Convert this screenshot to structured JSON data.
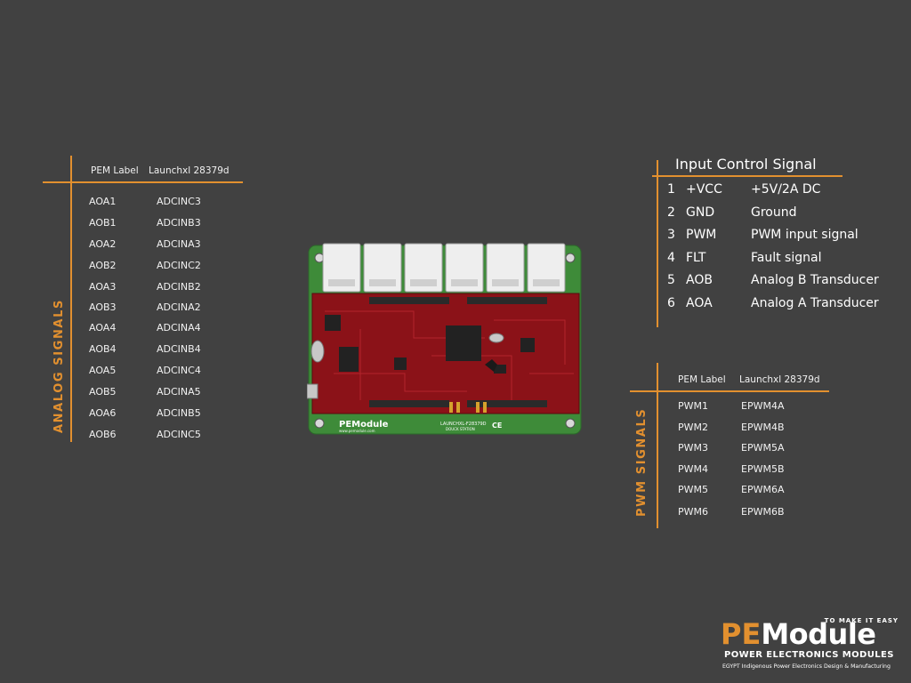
{
  "analog": {
    "title": "ANALOG SIGNALS",
    "col_pem": "PEM Label",
    "col_launch": "Launchxl 28379d",
    "rows": [
      {
        "pem": "AOA1",
        "launch": "ADCINC3"
      },
      {
        "pem": "AOB1",
        "launch": "ADCINB3"
      },
      {
        "pem": "AOA2",
        "launch": "ADCINA3"
      },
      {
        "pem": "AOB2",
        "launch": "ADCINC2"
      },
      {
        "pem": "AOA3",
        "launch": "ADCINB2"
      },
      {
        "pem": "AOB3",
        "launch": "ADCINA2"
      },
      {
        "pem": "AOA4",
        "launch": "ADCINA4"
      },
      {
        "pem": "AOB4",
        "launch": "ADCINB4"
      },
      {
        "pem": "AOA5",
        "launch": "ADCINC4"
      },
      {
        "pem": "AOB5",
        "launch": "ADCINA5"
      },
      {
        "pem": "AOA6",
        "launch": "ADCINB5"
      },
      {
        "pem": "AOB6",
        "launch": "ADCINC5"
      }
    ]
  },
  "input_control": {
    "title": "Input Control Signal",
    "rows": [
      {
        "num": "1",
        "sig": "+VCC",
        "desc": "+5V/2A  DC"
      },
      {
        "num": "2",
        "sig": "GND",
        "desc": "Ground"
      },
      {
        "num": "3",
        "sig": "PWM",
        "desc": "PWM input signal"
      },
      {
        "num": "4",
        "sig": "FLT",
        "desc": "Fault signal"
      },
      {
        "num": "5",
        "sig": "AOB",
        "desc": "Analog B Transducer"
      },
      {
        "num": "6",
        "sig": "AOA",
        "desc": "Analog A Transducer"
      }
    ]
  },
  "pwm": {
    "title": "PWM SIGNALS",
    "col_pem": "PEM Label",
    "col_launch": "Launchxl 28379d",
    "rows": [
      {
        "pem": "PWM1",
        "launch": "EPWM4A"
      },
      {
        "pem": "PWM2",
        "launch": "EPWM4B"
      },
      {
        "pem": "PWM3",
        "launch": "EPWM5A"
      },
      {
        "pem": "PWM4",
        "launch": "EPWM5B"
      },
      {
        "pem": "PWM5",
        "launch": "EPWM6A"
      },
      {
        "pem": "PWM6",
        "launch": "EPWM6B"
      }
    ]
  },
  "board": {
    "brand": "PEModule",
    "url": "www.pemodule.com",
    "model": "LAUNCHXL-F28379D",
    "station": "DOUCK STATION",
    "ce": "CE"
  },
  "logo": {
    "tagline": "TO MAKE IT EASY",
    "pe": "PE",
    "module": "Module",
    "subtitle": "POWER ELECTRONICS MODULES",
    "caption": "EGYPT Indigenous Power Electronics Design & Manufacturing"
  },
  "colors": {
    "background": "#414141",
    "accent": "#e2902f",
    "pcb_green": "#3d8a3a",
    "pcb_red": "#8d1218"
  }
}
